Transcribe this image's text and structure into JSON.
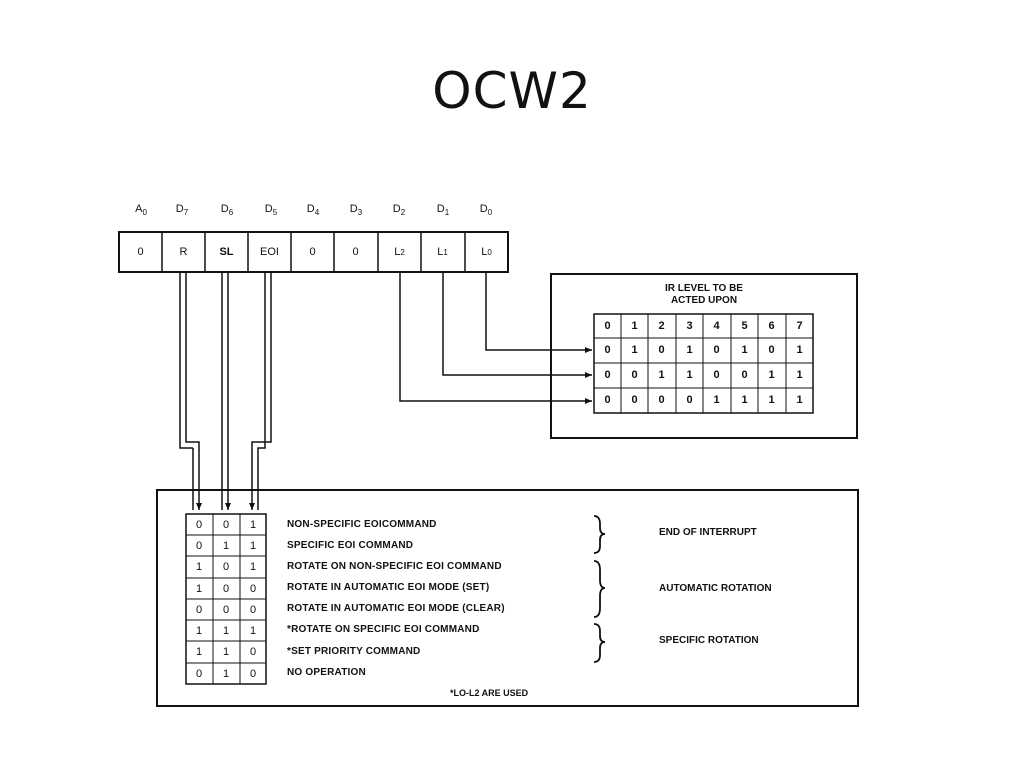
{
  "title": "OCW2",
  "register": {
    "bit_labels": [
      {
        "main": "A",
        "sub": "0"
      },
      {
        "main": "D",
        "sub": "7"
      },
      {
        "main": "D",
        "sub": "6"
      },
      {
        "main": "D",
        "sub": "5"
      },
      {
        "main": "D",
        "sub": "4"
      },
      {
        "main": "D",
        "sub": "3"
      },
      {
        "main": "D",
        "sub": "2"
      },
      {
        "main": "D",
        "sub": "1"
      },
      {
        "main": "D",
        "sub": "0"
      }
    ],
    "cells": [
      {
        "main": "0",
        "sub": ""
      },
      {
        "main": "R",
        "sub": ""
      },
      {
        "main": "SL",
        "sub": ""
      },
      {
        "main": "EOI",
        "sub": ""
      },
      {
        "main": "0",
        "sub": ""
      },
      {
        "main": "0",
        "sub": ""
      },
      {
        "main": "L",
        "sub": "2"
      },
      {
        "main": "L",
        "sub": "1"
      },
      {
        "main": "L",
        "sub": "0"
      }
    ]
  },
  "ir_level": {
    "title_line1": "IR LEVEL TO BE",
    "title_line2": "ACTED UPON",
    "header": [
      "0",
      "1",
      "2",
      "3",
      "4",
      "5",
      "6",
      "7"
    ],
    "rows": [
      [
        "0",
        "1",
        "0",
        "1",
        "0",
        "1",
        "0",
        "1"
      ],
      [
        "0",
        "0",
        "1",
        "1",
        "0",
        "0",
        "1",
        "1"
      ],
      [
        "0",
        "0",
        "0",
        "0",
        "1",
        "1",
        "1",
        "1"
      ]
    ]
  },
  "commands": {
    "bits": [
      [
        "0",
        "0",
        "1"
      ],
      [
        "0",
        "1",
        "1"
      ],
      [
        "1",
        "0",
        "1"
      ],
      [
        "1",
        "0",
        "0"
      ],
      [
        "0",
        "0",
        "0"
      ],
      [
        "1",
        "1",
        "1"
      ],
      [
        "1",
        "1",
        "0"
      ],
      [
        "0",
        "1",
        "0"
      ]
    ],
    "labels": [
      "NON-SPECIFIC EOICOMMAND",
      "SPECIFIC EOI COMMAND",
      "ROTATE ON NON-SPECIFIC EOI COMMAND",
      "ROTATE IN AUTOMATIC EOI MODE (SET)",
      "ROTATE IN AUTOMATIC EOI MODE (CLEAR)",
      "*ROTATE ON SPECIFIC EOI COMMAND",
      "*SET PRIORITY COMMAND",
      "NO OPERATION"
    ],
    "groups": [
      "END OF INTERRUPT",
      "AUTOMATIC ROTATION",
      "SPECIFIC ROTATION"
    ],
    "footnote": "*LO-L2 ARE USED"
  }
}
